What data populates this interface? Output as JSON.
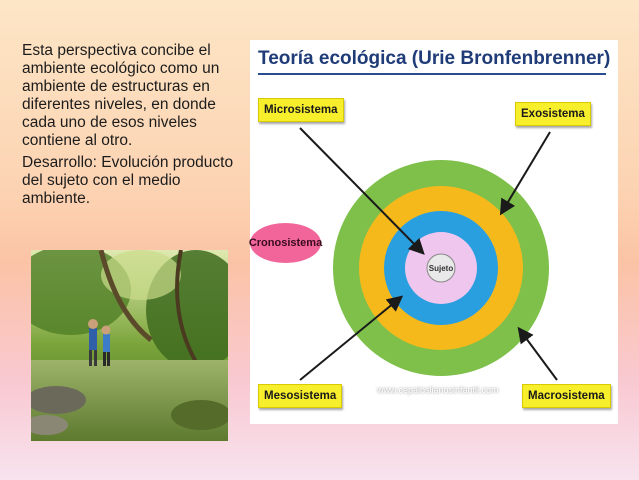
{
  "slide": {
    "paragraphs": [
      "Esta perspectiva concibe el ambiente ecológico como un ambiente de estructuras en diferentes niveles, en donde cada uno de esos niveles contiene al otro.",
      "Desarrollo: Evolución producto del sujeto con el medio ambiente."
    ]
  },
  "diagram": {
    "title": "Teoría ecológica (Urie Bronfenbrenner)",
    "center_label": "Sujeto",
    "labels": {
      "microsistema": "Microsistema",
      "exosistema": "Exosistema",
      "mesosistema": "Mesosistema",
      "macrosistema": "Macrosistema",
      "cronosistema": "Cronosistema"
    },
    "watermark": "www.cepaloslianosinfantil.com",
    "colors": {
      "outer_ring": "#7ec04a",
      "second_ring": "#f6b91c",
      "third_ring": "#2a9fe0",
      "center": "#efc6ee",
      "label_box": "#f7ee2c",
      "cronosistema": "#f1659a",
      "title": "#1f3b78"
    }
  }
}
